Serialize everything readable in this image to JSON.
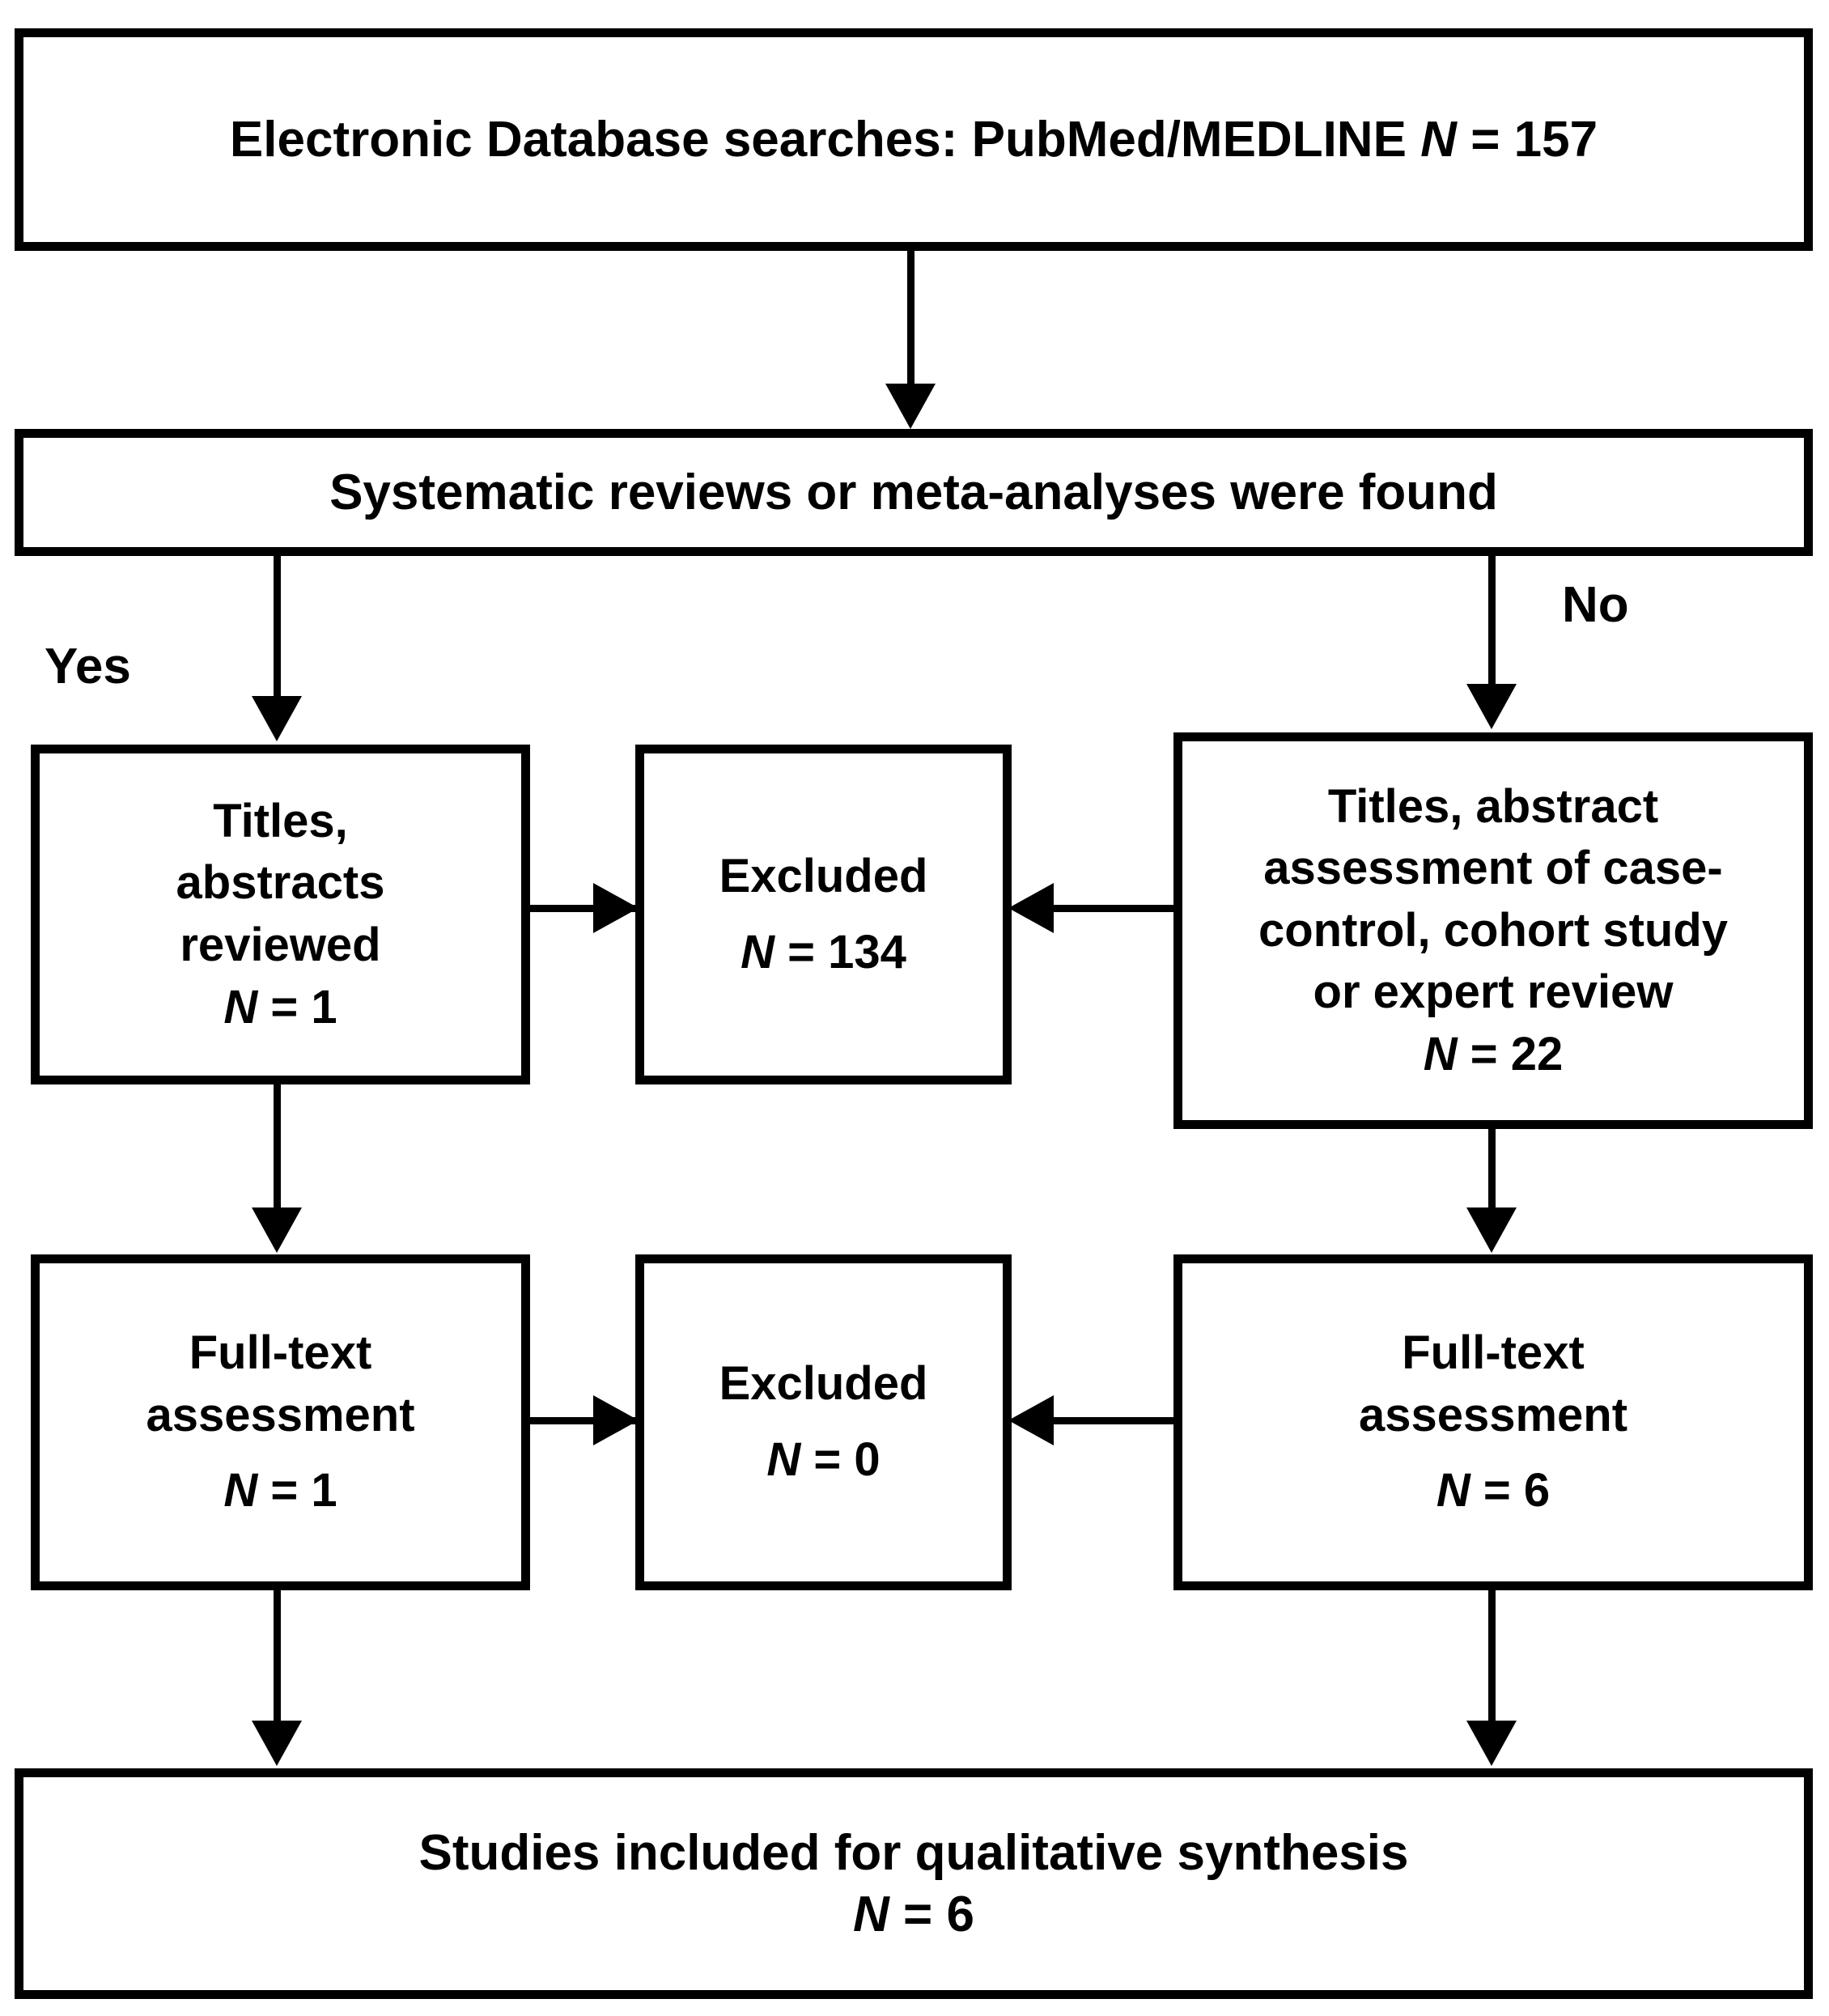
{
  "diagram": {
    "title": "Study selection flow diagram",
    "type": "prisma-flowchart",
    "colors": {
      "line": "#000000",
      "box_border": "#000000",
      "box_fill": "#ffffff",
      "text": "#000000"
    }
  },
  "nodes": {
    "database_search": {
      "id": "database-search",
      "text_plain": "Electronic Database searches: PubMed/MEDLINE N = 157",
      "label": "Electronic Database searches:",
      "source": "PubMed/MEDLINE",
      "n_symbol": "N",
      "n_value": "= 157"
    },
    "review_question": {
      "id": "review-question",
      "text_plain": "Systematic reviews or meta-analyses were found",
      "label": "Systematic reviews or meta-analyses were found"
    },
    "titles_abstracts_reviewed": {
      "id": "titles-abstracts-reviewed",
      "text_plain": "Titles, abstracts reviewed N = 1",
      "line1": "Titles,",
      "line2": "abstracts",
      "line3": "reviewed",
      "n_symbol": "N",
      "n_value": "= 1"
    },
    "excluded_134": {
      "id": "excluded-134",
      "text_plain": "Excluded N = 134",
      "line1": "Excluded",
      "n_symbol": "N",
      "n_value": "= 134"
    },
    "titles_abstract_assessment": {
      "id": "titles-abstract-assessment",
      "text_plain": "Titles, abstract assessment of case-control, cohort study or expert review N = 22",
      "line1": "Titles, abstract",
      "line2": "assessment of case-",
      "line3": "control, cohort study",
      "line4": "or expert review",
      "n_symbol": "N",
      "n_value": "= 22"
    },
    "fulltext_left": {
      "id": "fulltext-assessment-left",
      "text_plain": "Full-text assessment N = 1",
      "line1": "Full-text",
      "line2": "assessment",
      "n_symbol": "N",
      "n_value": "= 1"
    },
    "excluded_0": {
      "id": "excluded-0",
      "text_plain": "Excluded N = 0",
      "line1": "Excluded",
      "n_symbol": "N",
      "n_value": "= 0"
    },
    "fulltext_right": {
      "id": "fulltext-assessment-right",
      "text_plain": "Full-text assessment N = 6",
      "line1": "Full-text",
      "line2": "assessment",
      "n_symbol": "N",
      "n_value": "= 6"
    },
    "included": {
      "id": "studies-included",
      "text_plain": "Studies included for qualitative synthesis N = 6",
      "line1": "Studies included for qualitative synthesis",
      "n_symbol": "N",
      "n_value": "= 6"
    }
  },
  "branch_labels": {
    "yes": "Yes",
    "no": "No"
  }
}
